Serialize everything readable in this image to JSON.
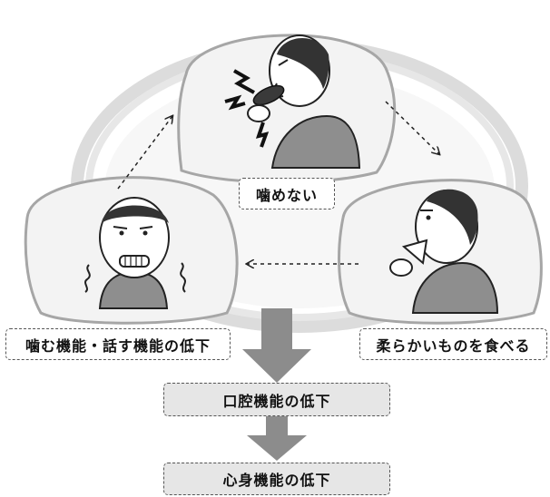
{
  "cycle": {
    "top": "噛めない",
    "right": "柔らかいものを食べる",
    "left": "噛む機能・話す機能の低下"
  },
  "results": {
    "first": "口腔機能の低下",
    "second": "心身機能の低下"
  },
  "colors": {
    "ellipse_fill": "#f3f3f3",
    "ellipse_stroke": "#9a9a9a",
    "arrow_gray": "#8c8c8c",
    "label_gray": "#e6e6e6"
  },
  "figures": {
    "top": "person-eating-hard-food",
    "right": "person-eating-soft-food",
    "left": "person-with-trembling-mouth"
  }
}
